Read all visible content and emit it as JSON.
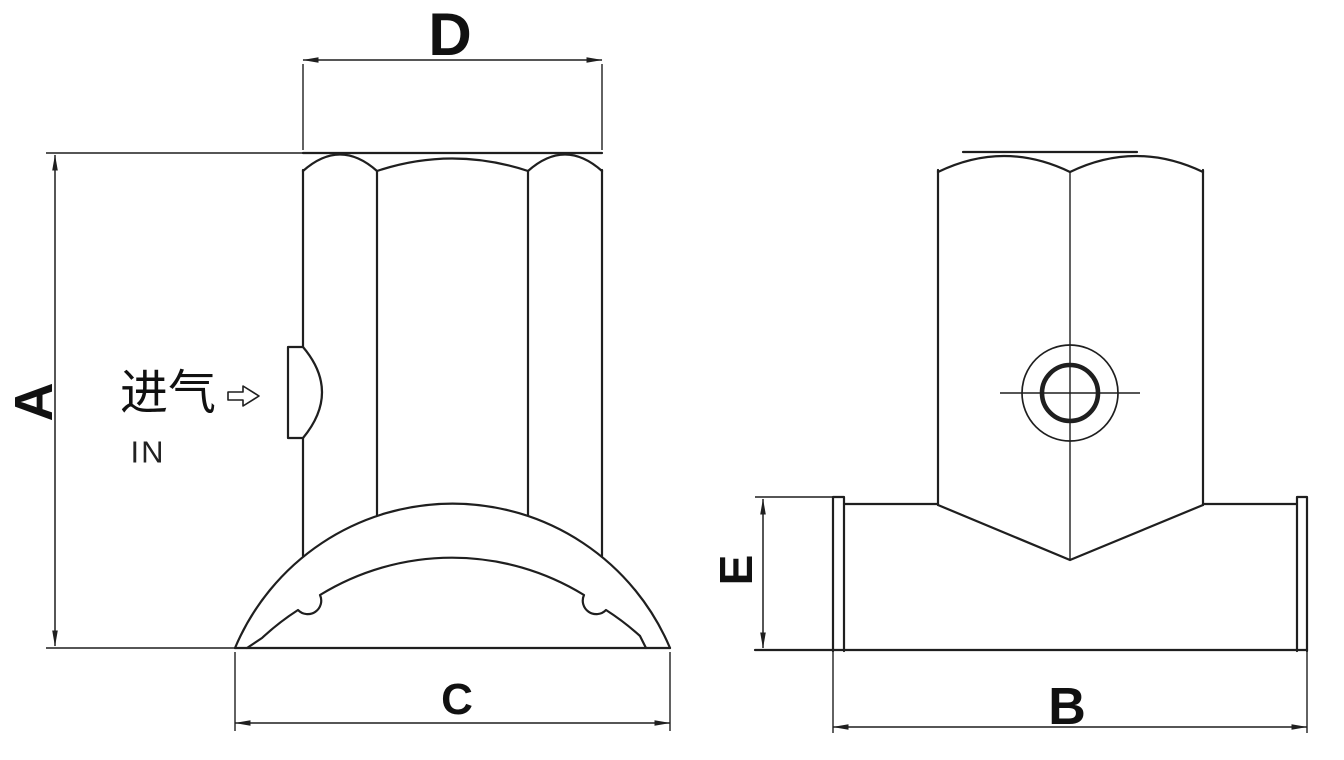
{
  "page": {
    "background_color": "#ffffff",
    "line_color": "#1f1f1f",
    "description_type": "engineering drawing, two orthographic views of a saddle tapping tee fitting"
  },
  "front_view": {
    "dimensions": {
      "height_label": "A",
      "top_width_label": "D",
      "base_width_label": "C"
    },
    "annotations": {
      "inlet_text_cn": "进气",
      "inlet_text_en": "IN",
      "inlet_arrow_icon": "right-arrow-icon"
    }
  },
  "side_view": {
    "dimensions": {
      "pipe_length_label": "B",
      "pipe_end_height_label": "E"
    }
  }
}
